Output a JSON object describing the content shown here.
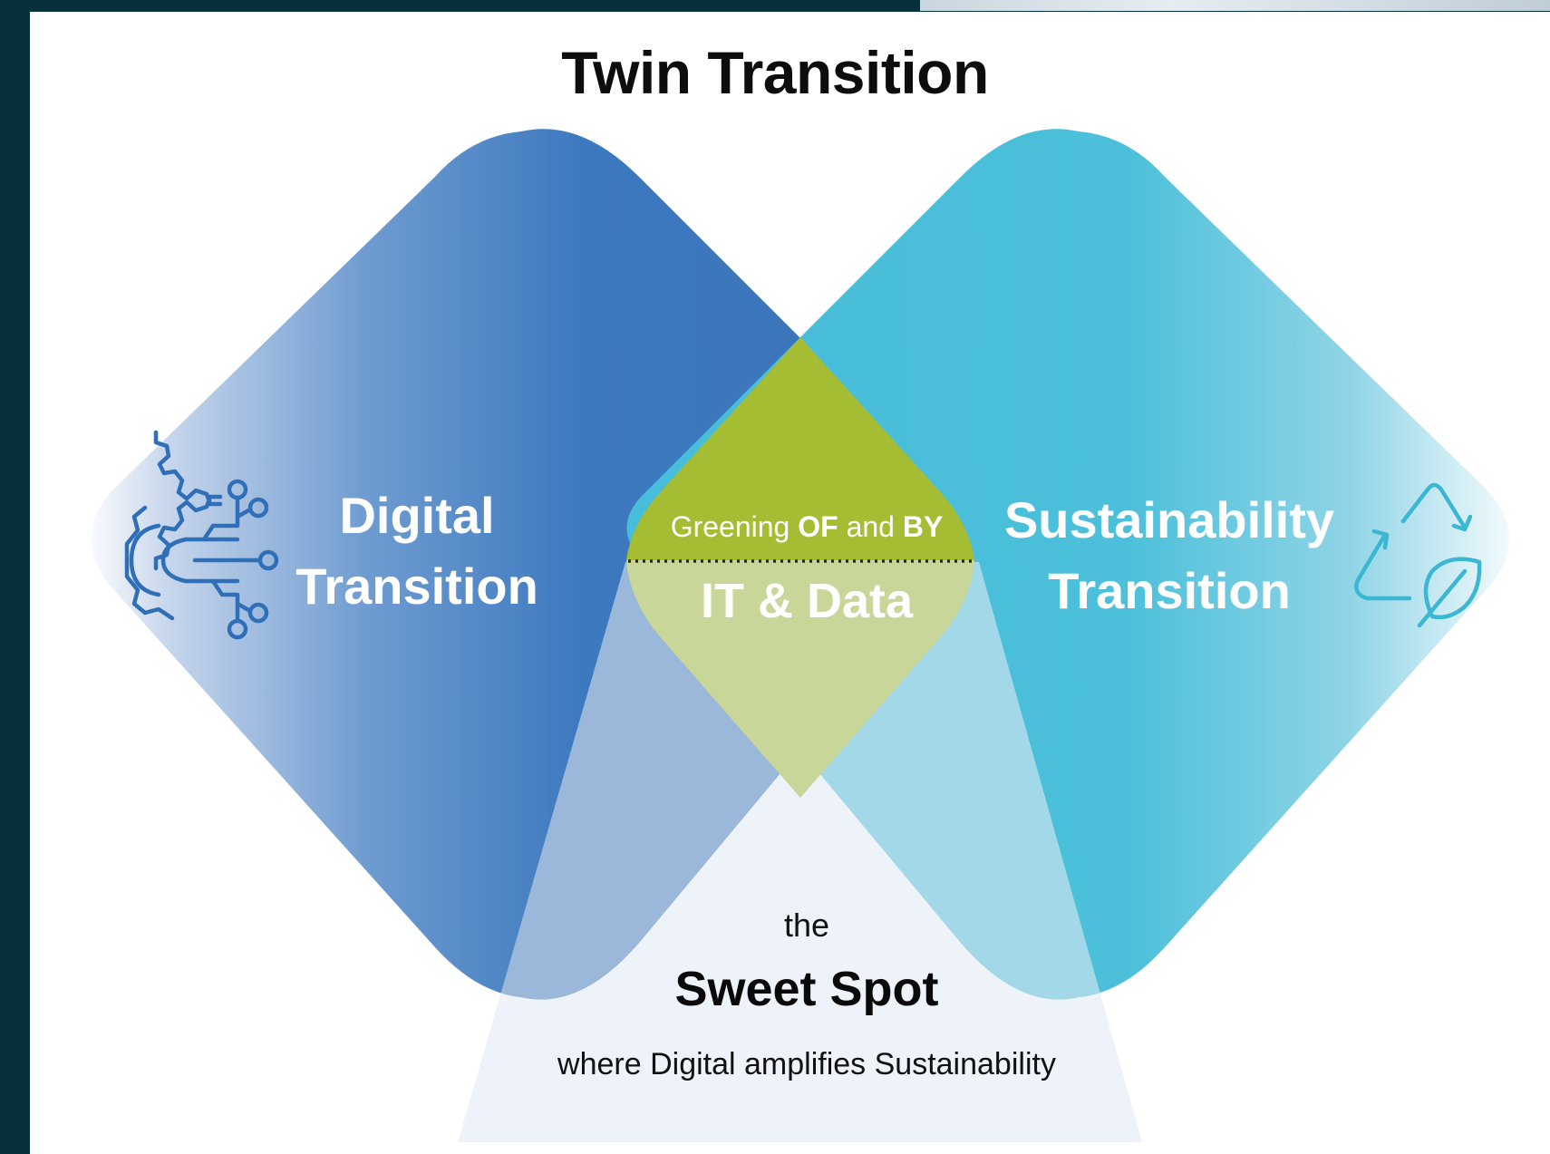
{
  "title": "Twin Transition",
  "digital": {
    "line1": "Digital",
    "line2": "Transition",
    "icon": "gear-circuit-icon"
  },
  "sustainability": {
    "line1": "Sustainability",
    "line2": "Transition",
    "icon": "recycle-leaf-icon"
  },
  "overlap": {
    "greening_prefix": "Greening ",
    "of": "OF",
    "and": " and ",
    "by": "BY",
    "it_data": "IT & Data"
  },
  "sweet_spot": {
    "the": "the",
    "title": "Sweet Spot",
    "caption": "where Digital amplifies Sustainability"
  },
  "colors": {
    "background": "#06303c",
    "digital_blue": "#3b78bd",
    "sustain_cyan": "#4bbfd9",
    "overlap_green": "#a4bd32",
    "overlap_light_green": "#c8d79b",
    "sweet_spot_fill": "#eef3f9"
  }
}
